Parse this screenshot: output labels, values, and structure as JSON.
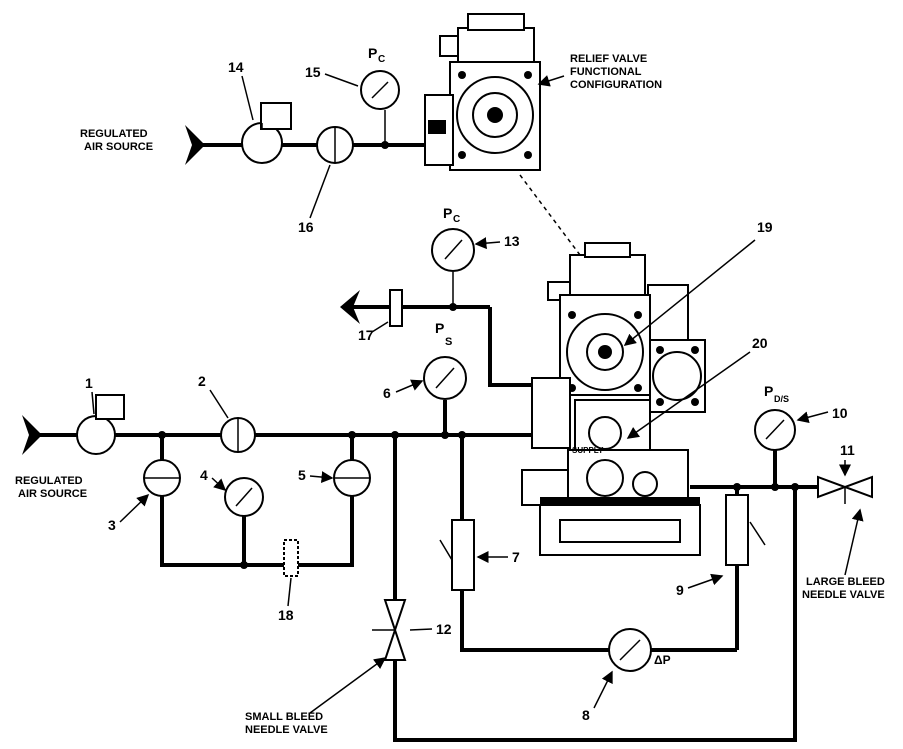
{
  "captions": {
    "relief_valve": [
      "RELIEF VALVE",
      "FUNCTIONAL",
      "CONFIGURATION"
    ],
    "regulated_air_top": [
      "REGULATED",
      "AIR SOURCE"
    ],
    "regulated_air_left": [
      "REGULATED",
      "AIR SOURCE"
    ],
    "large_bleed": [
      "LARGE BLEED",
      "NEEDLE VALVE"
    ],
    "small_bleed": [
      "SMALL BLEED",
      "NEEDLE VALVE"
    ]
  },
  "gauge_labels": {
    "pc_top": "P",
    "pc_top_sub": "C",
    "pc_mid": "P",
    "pc_mid_sub": "C",
    "ps": "P",
    "ps_sub": "S",
    "pdis": "P",
    "pdis_sub": "D/S",
    "dp": "ΔP"
  },
  "callouts": {
    "c1": "1",
    "c2": "2",
    "c3": "3",
    "c4": "4",
    "c5": "5",
    "c6": "6",
    "c7": "7",
    "c8": "8",
    "c9": "9",
    "c10": "10",
    "c11": "11",
    "c12": "12",
    "c13": "13",
    "c14": "14",
    "c15": "15",
    "c16": "16",
    "c17": "17",
    "c18": "18",
    "c19": "19",
    "c20": "20"
  },
  "valve_body_text": {
    "supply": "SUPPLY"
  }
}
